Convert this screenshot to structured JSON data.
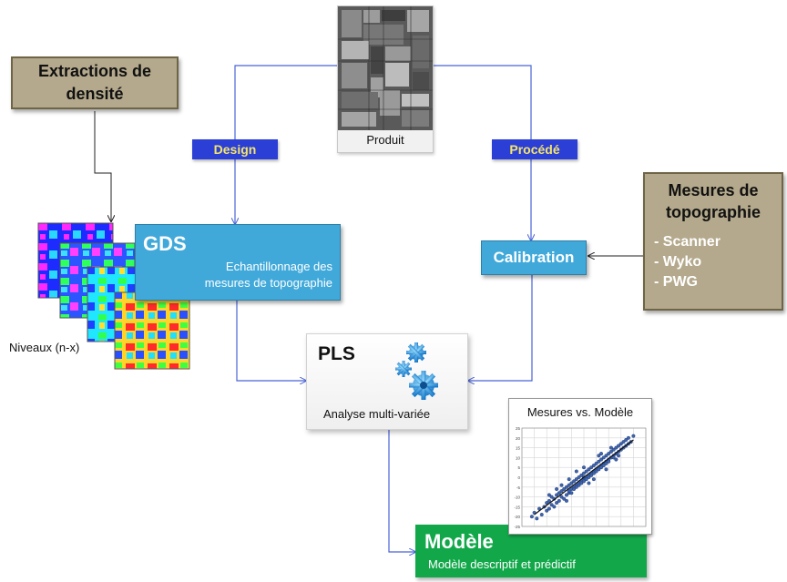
{
  "produit": {
    "caption": "Produit"
  },
  "extractions": {
    "line1": "Extractions de",
    "line2": "densité"
  },
  "design_label": "Design",
  "procede_label": "Procédé",
  "gds": {
    "title": "GDS",
    "line1": "Echantillonnage des",
    "line2": "mesures de topographie"
  },
  "calibration": "Calibration",
  "mesures_topo": {
    "line1": "Mesures de",
    "line2": "topographie",
    "items": [
      "- Scanner",
      "- Wyko",
      "- PWG"
    ]
  },
  "niveaux_caption": "Niveaux (n-x)",
  "pls": {
    "title": "PLS",
    "subtitle": "Analyse multi-variée"
  },
  "modele": {
    "title": "Modèle",
    "subtitle": "Modèle descriptif et prédictif"
  },
  "chart_data": {
    "type": "scatter",
    "title": "Mesures vs. Modèle",
    "xlabel": "",
    "ylabel": "",
    "xlim": [
      -25,
      25
    ],
    "ylim": [
      -25,
      25
    ],
    "grid": true,
    "y_ticks": [
      "25",
      "20",
      "15",
      "10",
      "5",
      "0",
      "-5",
      "-10",
      "-15",
      "-20",
      "-25"
    ],
    "fit_line": {
      "x": [
        -20,
        20
      ],
      "y": [
        -19,
        19
      ]
    },
    "points": [
      [
        -21,
        -20
      ],
      [
        -20,
        -18
      ],
      [
        -19,
        -21
      ],
      [
        -18,
        -16
      ],
      [
        -17,
        -19
      ],
      [
        -16,
        -15
      ],
      [
        -15,
        -17
      ],
      [
        -15,
        -13
      ],
      [
        -14,
        -12
      ],
      [
        -14,
        -16
      ],
      [
        -13,
        -14
      ],
      [
        -13,
        -10
      ],
      [
        -12,
        -11
      ],
      [
        -12,
        -15
      ],
      [
        -11,
        -9
      ],
      [
        -11,
        -13
      ],
      [
        -10,
        -12
      ],
      [
        -10,
        -8
      ],
      [
        -9,
        -10
      ],
      [
        -9,
        -7
      ],
      [
        -8,
        -11
      ],
      [
        -8,
        -6
      ],
      [
        -7,
        -9
      ],
      [
        -7,
        -5
      ],
      [
        -6,
        -8
      ],
      [
        -6,
        -4
      ],
      [
        -6,
        -7
      ],
      [
        -5,
        -6
      ],
      [
        -5,
        -3
      ],
      [
        -5,
        -8
      ],
      [
        -4,
        -5
      ],
      [
        -4,
        -2
      ],
      [
        -4,
        -6
      ],
      [
        -3,
        -4
      ],
      [
        -3,
        -1
      ],
      [
        -3,
        -5
      ],
      [
        -2,
        -3
      ],
      [
        -2,
        0
      ],
      [
        -2,
        -4
      ],
      [
        -1,
        -2
      ],
      [
        -1,
        1
      ],
      [
        -1,
        -3
      ],
      [
        0,
        -1
      ],
      [
        0,
        2
      ],
      [
        0,
        -2
      ],
      [
        0,
        0
      ],
      [
        1,
        0
      ],
      [
        1,
        3
      ],
      [
        1,
        -1
      ],
      [
        2,
        1
      ],
      [
        2,
        4
      ],
      [
        2,
        0
      ],
      [
        3,
        2
      ],
      [
        3,
        5
      ],
      [
        3,
        1
      ],
      [
        4,
        3
      ],
      [
        4,
        6
      ],
      [
        4,
        2
      ],
      [
        5,
        4
      ],
      [
        5,
        7
      ],
      [
        5,
        3
      ],
      [
        6,
        5
      ],
      [
        6,
        8
      ],
      [
        6,
        4
      ],
      [
        7,
        6
      ],
      [
        7,
        9
      ],
      [
        7,
        5
      ],
      [
        8,
        7
      ],
      [
        8,
        10
      ],
      [
        8,
        6
      ],
      [
        9,
        8
      ],
      [
        9,
        11
      ],
      [
        9,
        7
      ],
      [
        10,
        9
      ],
      [
        10,
        12
      ],
      [
        10,
        8
      ],
      [
        11,
        10
      ],
      [
        11,
        13
      ],
      [
        12,
        11
      ],
      [
        12,
        14
      ],
      [
        12,
        10
      ],
      [
        13,
        12
      ],
      [
        13,
        15
      ],
      [
        14,
        13
      ],
      [
        14,
        16
      ],
      [
        14,
        11
      ],
      [
        15,
        14
      ],
      [
        15,
        17
      ],
      [
        16,
        15
      ],
      [
        16,
        18
      ],
      [
        17,
        16
      ],
      [
        17,
        19
      ],
      [
        18,
        17
      ],
      [
        18,
        20
      ],
      [
        19,
        18
      ],
      [
        20,
        21
      ],
      [
        -7,
        -12
      ],
      [
        -9,
        -4
      ],
      [
        6,
        11
      ],
      [
        4,
        -1
      ],
      [
        -3,
        3
      ],
      [
        9,
        4
      ],
      [
        -11,
        -6
      ],
      [
        11,
        15
      ],
      [
        0,
        5
      ],
      [
        2,
        -3
      ],
      [
        -6,
        -1
      ],
      [
        7,
        12
      ],
      [
        13,
        9
      ],
      [
        -14,
        -9
      ]
    ]
  }
}
